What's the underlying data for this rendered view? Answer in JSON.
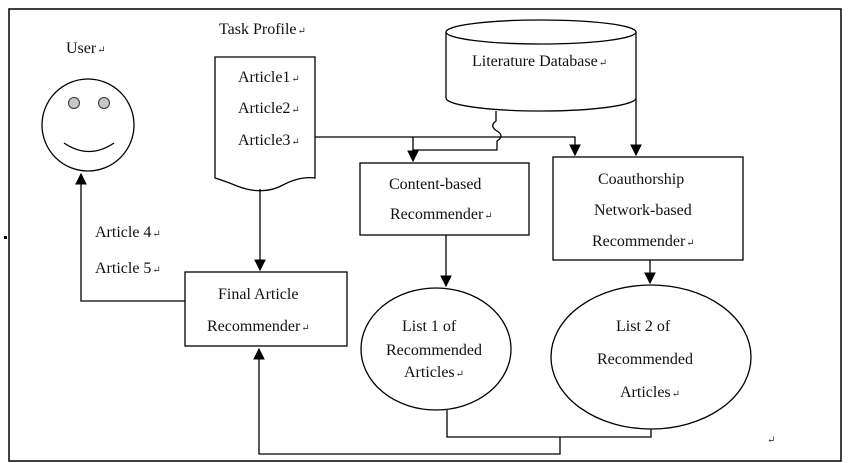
{
  "user": {
    "label": "User",
    "mark": "↵"
  },
  "task_profile": {
    "title": "Task Profile",
    "title_mark": "↵",
    "articles": [
      "Article1",
      "Article2",
      "Article3"
    ],
    "mark": "↵"
  },
  "database": {
    "label": "Literature Database",
    "mark": "↵"
  },
  "content_recommender": {
    "line1": "Content-based",
    "line2": "Recommender",
    "mark": "↵"
  },
  "coauthor_recommender": {
    "line1": "Coauthorship",
    "line2": "Network-based",
    "line3": "Recommender",
    "mark": "↵"
  },
  "list1": {
    "line1": "List 1 of",
    "line2": "Recommended",
    "line3": "Articles",
    "mark": "↵"
  },
  "list2": {
    "line1": "List 2 of",
    "line2": "Recommended",
    "line3": "Articles",
    "mark": "↵"
  },
  "final_recommender": {
    "line1": "Final Article",
    "line2": "Recommender",
    "mark": "↵"
  },
  "output_articles": [
    "Article 4",
    "Article 5"
  ],
  "output_mark": "↵",
  "page_mark": "↵"
}
